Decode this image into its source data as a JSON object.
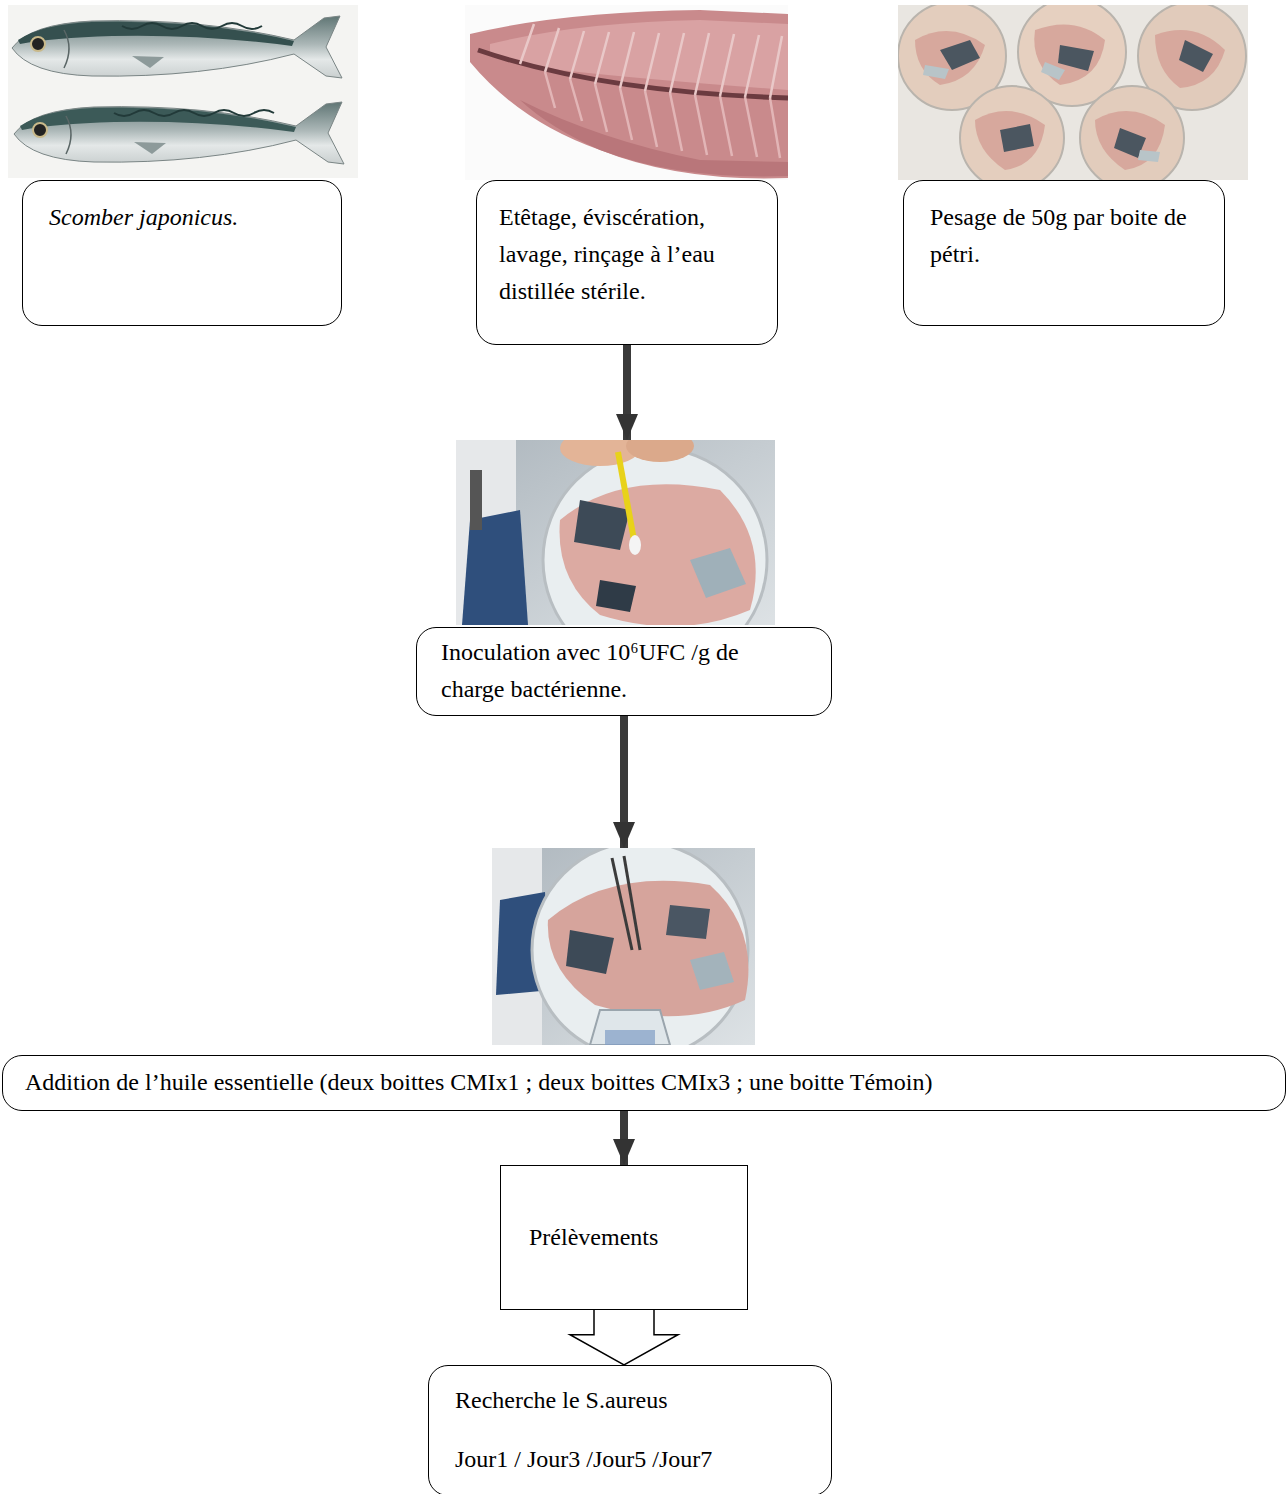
{
  "diagram": {
    "nodes": [
      {
        "text": [
          "Scomber japonicus."
        ]
      },
      {
        "text": [
          "Etêtage, éviscération, lavage, rinçage à l’eau distillée stérile."
        ]
      },
      {
        "text": [
          "Pesage de 50g par boite de pétri."
        ]
      },
      {
        "text": [
          "Inoculation avec 10⁶UFC /g de charge bactérienne."
        ]
      },
      {
        "text": [
          "Addition de l’huile essentielle (deux boittes CMIx1 ; deux boittes CMIx3 ; une boitte Témoin)"
        ]
      },
      {
        "text": [
          "Prélèvements"
        ]
      },
      {
        "text": [
          "Recherche le S.aureus",
          "Jour1 / Jour3 /Jour5 /Jour7"
        ]
      }
    ],
    "edges": [
      {
        "from": 1,
        "to": 3,
        "arrow": "to"
      },
      {
        "from": 3,
        "to": 4,
        "arrow": "to"
      },
      {
        "from": 4,
        "to": 5,
        "arrow": "to"
      },
      {
        "from": 5,
        "to": 6,
        "arrow": "to"
      }
    ]
  }
}
